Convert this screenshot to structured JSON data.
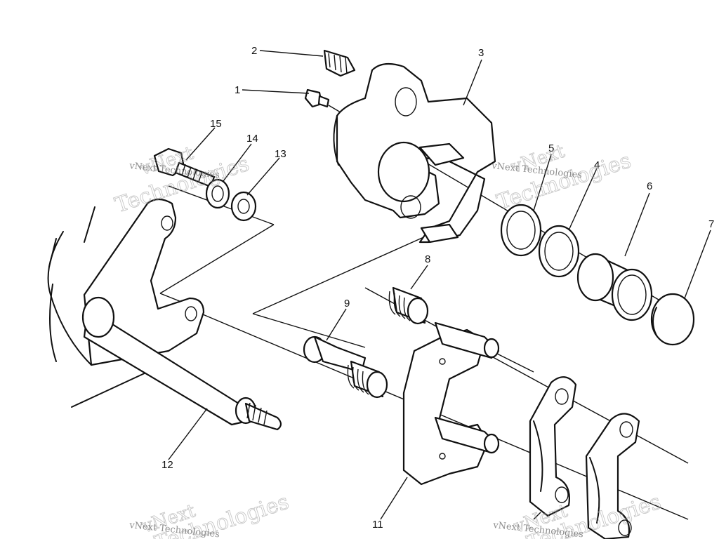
{
  "callouts": [
    {
      "id": "1",
      "label": "1"
    },
    {
      "id": "2",
      "label": "2"
    },
    {
      "id": "3",
      "label": "3"
    },
    {
      "id": "4",
      "label": "4"
    },
    {
      "id": "5",
      "label": "5"
    },
    {
      "id": "6",
      "label": "6"
    },
    {
      "id": "7",
      "label": "7"
    },
    {
      "id": "8",
      "label": "8"
    },
    {
      "id": "9",
      "label": "9"
    },
    {
      "id": "11",
      "label": "11"
    },
    {
      "id": "12",
      "label": "12"
    },
    {
      "id": "13",
      "label": "13"
    },
    {
      "id": "14",
      "label": "14"
    },
    {
      "id": "15",
      "label": "15"
    }
  ],
  "watermark": {
    "line1": "vNext",
    "line2": "Technologies",
    "small": "vNext Technologies"
  }
}
